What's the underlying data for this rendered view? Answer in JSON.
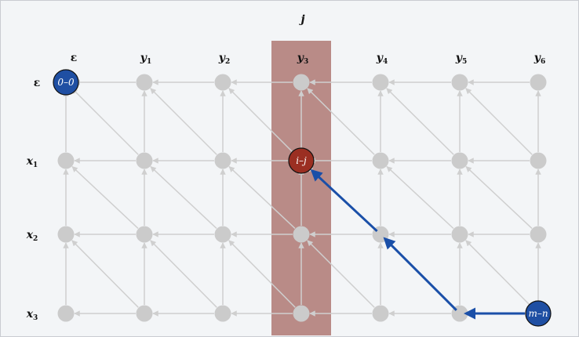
{
  "column_header": "j",
  "columns": [
    {
      "name": "ε",
      "sub": ""
    },
    {
      "name": "y",
      "sub": "1"
    },
    {
      "name": "y",
      "sub": "2"
    },
    {
      "name": "y",
      "sub": "3"
    },
    {
      "name": "y",
      "sub": "4"
    },
    {
      "name": "y",
      "sub": "5"
    },
    {
      "name": "y",
      "sub": "6"
    }
  ],
  "rows": [
    {
      "name": "ε",
      "sub": ""
    },
    {
      "name": "x",
      "sub": "1"
    },
    {
      "name": "x",
      "sub": "2"
    },
    {
      "name": "x",
      "sub": "3"
    }
  ],
  "highlight_column_index": 3,
  "nodes": {
    "start": {
      "label": "0–0",
      "row": 0,
      "col": 0
    },
    "current": {
      "label": "i–j",
      "row": 1,
      "col": 3
    },
    "end": {
      "label": "m–n",
      "row": 3,
      "col": 6
    }
  },
  "path": [
    {
      "row": 3,
      "col": 6
    },
    {
      "row": 3,
      "col": 5
    },
    {
      "row": 2,
      "col": 4
    },
    {
      "row": 1,
      "col": 3
    }
  ],
  "colors": {
    "grid_node": "#cbcbcb",
    "grid_edge": "#cfcfcf",
    "highlight": "#b98b87",
    "start_node": "#1f4fa3",
    "end_node": "#1f4fa3",
    "current_node": "#9b2f22",
    "path_arrow": "#1a4fa8"
  }
}
